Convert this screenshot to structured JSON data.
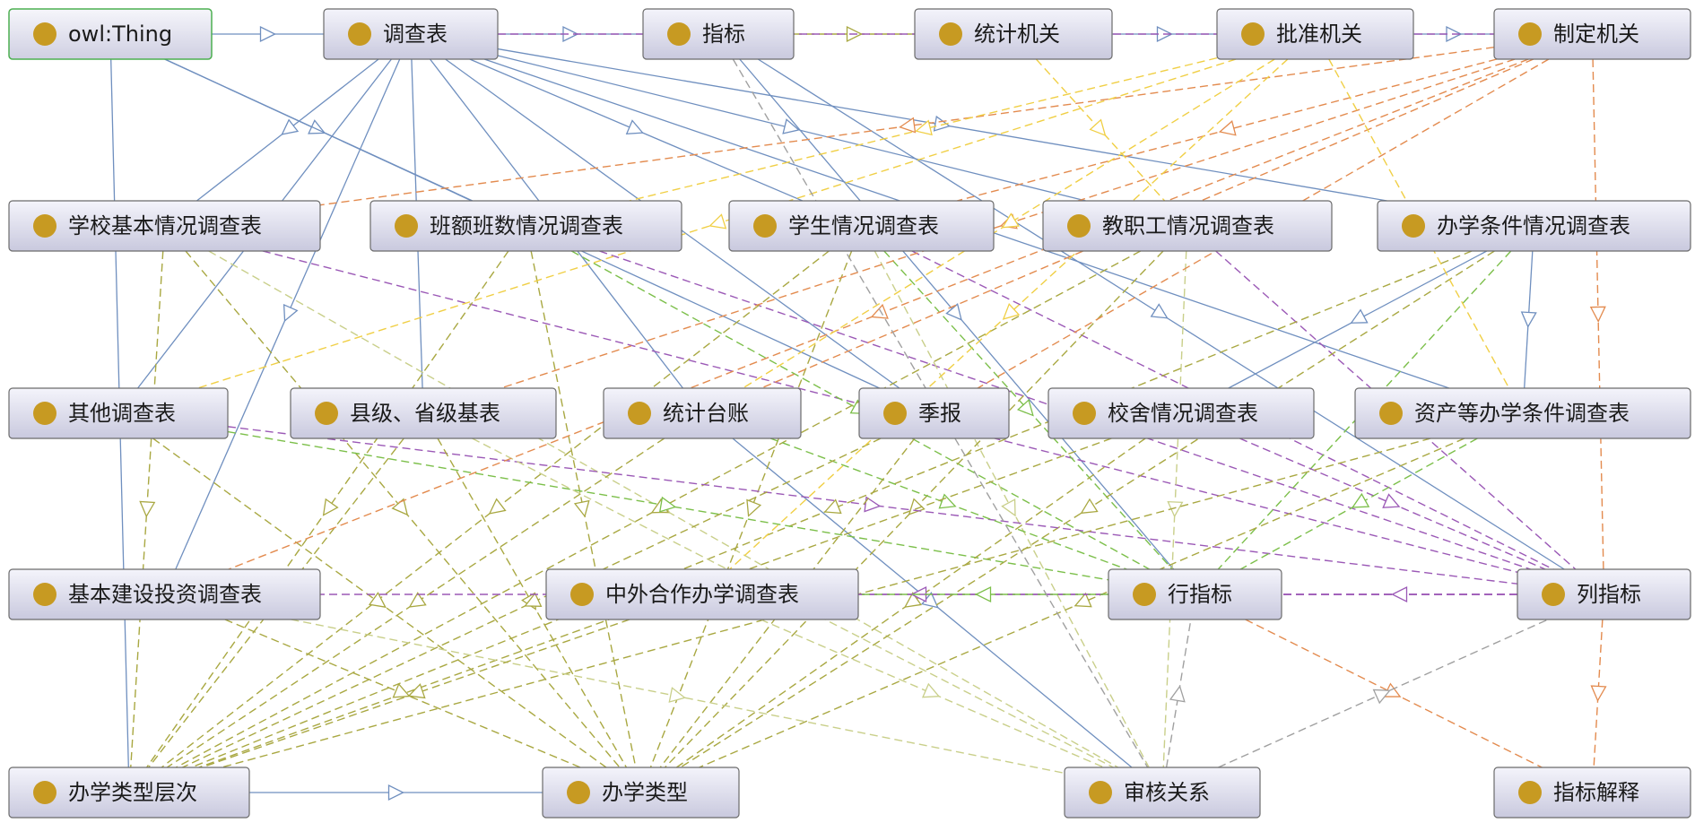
{
  "colors": {
    "subclass": "#6f8fbf",
    "purple": "#9b59b6",
    "orange": "#e38b4f",
    "yellow": "#f0cf45",
    "olive": "#a9a842",
    "green": "#7cbf4a",
    "lightolive": "#c9cf8a",
    "gray": "#a0a0a0",
    "node_dot": "#c79a22",
    "root_border": "#4caf50"
  },
  "nodes": [
    {
      "id": "owl_thing",
      "label": "owl:Thing",
      "root": true
    },
    {
      "id": "survey",
      "label": "调查表"
    },
    {
      "id": "indicator",
      "label": "指标"
    },
    {
      "id": "stat_org",
      "label": "统计机关"
    },
    {
      "id": "approve_org",
      "label": "批准机关"
    },
    {
      "id": "make_org",
      "label": "制定机关"
    },
    {
      "id": "school_basic",
      "label": "学校基本情况调查表"
    },
    {
      "id": "class_size",
      "label": "班额班数情况调查表"
    },
    {
      "id": "student",
      "label": "学生情况调查表"
    },
    {
      "id": "staff",
      "label": "教职工情况调查表"
    },
    {
      "id": "conditions",
      "label": "办学条件情况调查表"
    },
    {
      "id": "other",
      "label": "其他调查表"
    },
    {
      "id": "county",
      "label": "县级、省级基表"
    },
    {
      "id": "ledger",
      "label": "统计台账"
    },
    {
      "id": "quarterly",
      "label": "季报"
    },
    {
      "id": "building",
      "label": "校舍情况调查表"
    },
    {
      "id": "assets",
      "label": "资产等办学条件调查表"
    },
    {
      "id": "investment",
      "label": "基本建设投资调查表"
    },
    {
      "id": "sino_foreign",
      "label": "中外合作办学调查表"
    },
    {
      "id": "row_ind",
      "label": "行指标"
    },
    {
      "id": "col_ind",
      "label": "列指标"
    },
    {
      "id": "level",
      "label": "办学类型层次"
    },
    {
      "id": "type",
      "label": "办学类型"
    },
    {
      "id": "audit",
      "label": "审核关系"
    },
    {
      "id": "explain",
      "label": "指标解释"
    }
  ],
  "edges": [
    {
      "from": "owl_thing",
      "to": "survey",
      "kind": "subclass"
    },
    {
      "from": "survey",
      "to": "indicator",
      "kind": "subclass"
    },
    {
      "from": "indicator",
      "to": "stat_org",
      "kind": "olive"
    },
    {
      "from": "stat_org",
      "to": "approve_org",
      "kind": "subclass"
    },
    {
      "from": "approve_org",
      "to": "make_org",
      "kind": "subclass"
    },
    {
      "from": "level",
      "to": "type",
      "kind": "subclass"
    },
    {
      "from": "owl_thing",
      "to": "level",
      "kind": "subclass"
    },
    {
      "from": "owl_thing",
      "to": "class_size",
      "kind": "subclass"
    },
    {
      "from": "owl_thing",
      "to": "quarterly",
      "kind": "subclass"
    },
    {
      "from": "survey",
      "to": "school_basic",
      "kind": "subclass"
    },
    {
      "from": "survey",
      "to": "other",
      "kind": "subclass"
    },
    {
      "from": "survey",
      "to": "investment",
      "kind": "subclass"
    },
    {
      "from": "survey",
      "to": "ledger",
      "kind": "subclass"
    },
    {
      "from": "survey",
      "to": "quarterly",
      "kind": "subclass"
    },
    {
      "from": "survey",
      "to": "county",
      "kind": "subclass"
    },
    {
      "from": "survey",
      "to": "student",
      "kind": "subclass"
    },
    {
      "from": "survey",
      "to": "conditions",
      "kind": "subclass"
    },
    {
      "from": "survey",
      "to": "assets",
      "kind": "subclass"
    },
    {
      "from": "survey",
      "to": "staff",
      "kind": "subclass"
    },
    {
      "from": "indicator",
      "to": "row_ind",
      "kind": "subclass"
    },
    {
      "from": "indicator",
      "to": "col_ind",
      "kind": "subclass"
    },
    {
      "from": "conditions",
      "to": "assets",
      "kind": "subclass"
    },
    {
      "from": "conditions",
      "to": "building",
      "kind": "subclass"
    },
    {
      "from": "ledger",
      "to": "audit",
      "kind": "subclass"
    },
    {
      "from": "school_basic",
      "to": "level",
      "kind": "olive"
    },
    {
      "from": "school_basic",
      "to": "type",
      "kind": "olive"
    },
    {
      "from": "school_basic",
      "to": "col_ind",
      "kind": "purple"
    },
    {
      "from": "school_basic",
      "to": "audit",
      "kind": "lightolive"
    },
    {
      "from": "class_size",
      "to": "level",
      "kind": "olive"
    },
    {
      "from": "class_size",
      "to": "type",
      "kind": "olive"
    },
    {
      "from": "class_size",
      "to": "row_ind",
      "kind": "green"
    },
    {
      "from": "class_size",
      "to": "col_ind",
      "kind": "purple"
    },
    {
      "from": "student",
      "to": "level",
      "kind": "olive"
    },
    {
      "from": "student",
      "to": "type",
      "kind": "olive"
    },
    {
      "from": "student",
      "to": "col_ind",
      "kind": "purple"
    },
    {
      "from": "student",
      "to": "row_ind",
      "kind": "green"
    },
    {
      "from": "student",
      "to": "audit",
      "kind": "lightolive"
    },
    {
      "from": "staff",
      "to": "level",
      "kind": "olive"
    },
    {
      "from": "staff",
      "to": "type",
      "kind": "olive"
    },
    {
      "from": "staff",
      "to": "col_ind",
      "kind": "purple"
    },
    {
      "from": "staff",
      "to": "audit",
      "kind": "lightolive"
    },
    {
      "from": "conditions",
      "to": "level",
      "kind": "olive"
    },
    {
      "from": "conditions",
      "to": "type",
      "kind": "olive"
    },
    {
      "from": "conditions",
      "to": "row_ind",
      "kind": "green"
    },
    {
      "from": "other",
      "to": "type",
      "kind": "olive"
    },
    {
      "from": "other",
      "to": "row_ind",
      "kind": "green"
    },
    {
      "from": "other",
      "to": "col_ind",
      "kind": "purple"
    },
    {
      "from": "county",
      "to": "level",
      "kind": "olive"
    },
    {
      "from": "county",
      "to": "type",
      "kind": "olive"
    },
    {
      "from": "county",
      "to": "audit",
      "kind": "lightolive"
    },
    {
      "from": "ledger",
      "to": "level",
      "kind": "olive"
    },
    {
      "from": "ledger",
      "to": "row_ind",
      "kind": "green"
    },
    {
      "from": "quarterly",
      "to": "level",
      "kind": "olive"
    },
    {
      "from": "quarterly",
      "to": "type",
      "kind": "olive"
    },
    {
      "from": "building",
      "to": "level",
      "kind": "olive"
    },
    {
      "from": "building",
      "to": "type",
      "kind": "olive"
    },
    {
      "from": "building",
      "to": "col_ind",
      "kind": "purple"
    },
    {
      "from": "assets",
      "to": "level",
      "kind": "olive"
    },
    {
      "from": "assets",
      "to": "type",
      "kind": "olive"
    },
    {
      "from": "assets",
      "to": "row_ind",
      "kind": "green"
    },
    {
      "from": "investment",
      "to": "type",
      "kind": "olive"
    },
    {
      "from": "investment",
      "to": "audit",
      "kind": "lightolive"
    },
    {
      "from": "sino_foreign",
      "to": "level",
      "kind": "olive"
    },
    {
      "from": "sino_foreign",
      "to": "audit",
      "kind": "lightolive"
    },
    {
      "from": "col_ind",
      "to": "investment",
      "kind": "purple"
    },
    {
      "from": "col_ind",
      "to": "sino_foreign",
      "kind": "purple"
    },
    {
      "from": "col_ind",
      "to": "row_ind",
      "kind": "purple"
    },
    {
      "from": "col_ind",
      "to": "explain",
      "kind": "orange"
    },
    {
      "from": "row_ind",
      "to": "explain",
      "kind": "orange"
    },
    {
      "from": "audit",
      "to": "row_ind",
      "kind": "gray"
    },
    {
      "from": "audit",
      "to": "col_ind",
      "kind": "gray"
    },
    {
      "from": "row_ind",
      "to": "sino_foreign",
      "kind": "green"
    },
    {
      "from": "make_org",
      "to": "school_basic",
      "kind": "orange"
    },
    {
      "from": "make_org",
      "to": "student",
      "kind": "orange"
    },
    {
      "from": "make_org",
      "to": "county",
      "kind": "orange"
    },
    {
      "from": "make_org",
      "to": "quarterly",
      "kind": "orange"
    },
    {
      "from": "make_org",
      "to": "investment",
      "kind": "orange"
    },
    {
      "from": "make_org",
      "to": "ledger",
      "kind": "orange"
    },
    {
      "from": "make_org",
      "to": "col_ind",
      "kind": "orange"
    },
    {
      "from": "approve_org",
      "to": "other",
      "kind": "yellow"
    },
    {
      "from": "approve_org",
      "to": "class_size",
      "kind": "yellow"
    },
    {
      "from": "approve_org",
      "to": "sino_foreign",
      "kind": "yellow"
    },
    {
      "from": "approve_org",
      "to": "ledger",
      "kind": "yellow"
    },
    {
      "from": "approve_org",
      "to": "assets",
      "kind": "yellow"
    },
    {
      "from": "stat_org",
      "to": "staff",
      "kind": "yellow"
    },
    {
      "from": "survey",
      "to": "make_org",
      "kind": "purple"
    },
    {
      "from": "indicator",
      "to": "audit",
      "kind": "gray"
    }
  ]
}
